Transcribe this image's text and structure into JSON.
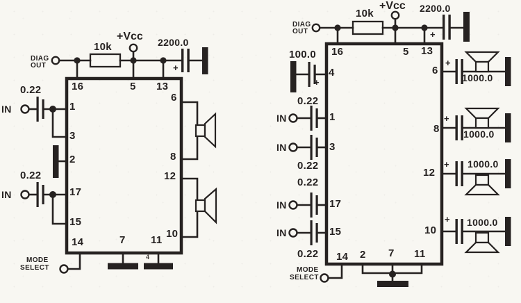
{
  "palette": {
    "ink": "#262221",
    "paper": "#f8f7f2"
  },
  "left": {
    "diag_label_line1": "DIAG",
    "diag_label_line2": "OUT",
    "resistor_value": "10k",
    "supply_label": "+Vcc",
    "supply_cap_value": "2200.0",
    "supply_cap_polarity": "+",
    "input1": {
      "cap_value": "0.22",
      "label": "IN"
    },
    "input2": {
      "cap_value": "0.22",
      "label": "IN"
    },
    "mode_label_line1": "MODE",
    "mode_label_line2": "SELECT",
    "stray_mark": "4",
    "pins": {
      "p16": "16",
      "p5": "5",
      "p13": "13",
      "p1": "1",
      "p3": "3",
      "p2": "2",
      "p17": "17",
      "p15": "15",
      "p14": "14",
      "p7": "7",
      "p11": "11",
      "p6": "6",
      "p8": "8",
      "p12": "12",
      "p10": "10"
    }
  },
  "right": {
    "diag_label_line1": "DIAG",
    "diag_label_line2": "OUT",
    "resistor_value": "10k",
    "supply_label": "+Vcc",
    "supply_cap_value": "2200.0",
    "supply_cap_polarity": "+",
    "bypass_cap": {
      "value": "100.0",
      "polarity": "+"
    },
    "input1": {
      "cap_value": "0.22",
      "label": "IN"
    },
    "input2": {
      "cap_value": "0.22",
      "label": "IN"
    },
    "input3": {
      "cap_value": "0.22",
      "label": "IN"
    },
    "input4": {
      "cap_value": "0.22",
      "label": "IN"
    },
    "output6": {
      "polarity": "+",
      "cap_value": "1000.0"
    },
    "output8": {
      "polarity": "+",
      "cap_value": "1000.0"
    },
    "output12": {
      "polarity": "+",
      "cap_value": "1000.0"
    },
    "output10": {
      "polarity": "+",
      "cap_value": "1000.0"
    },
    "mode_label_line1": "MODE",
    "mode_label_line2": "SELECT",
    "pins": {
      "p16": "16",
      "p5": "5",
      "p13": "13",
      "p4": "4",
      "p1": "1",
      "p3": "3",
      "p17": "17",
      "p15": "15",
      "p14": "14",
      "p2": "2",
      "p7": "7",
      "p11": "11",
      "p6": "6",
      "p8": "8",
      "p12": "12",
      "p10": "10"
    }
  }
}
